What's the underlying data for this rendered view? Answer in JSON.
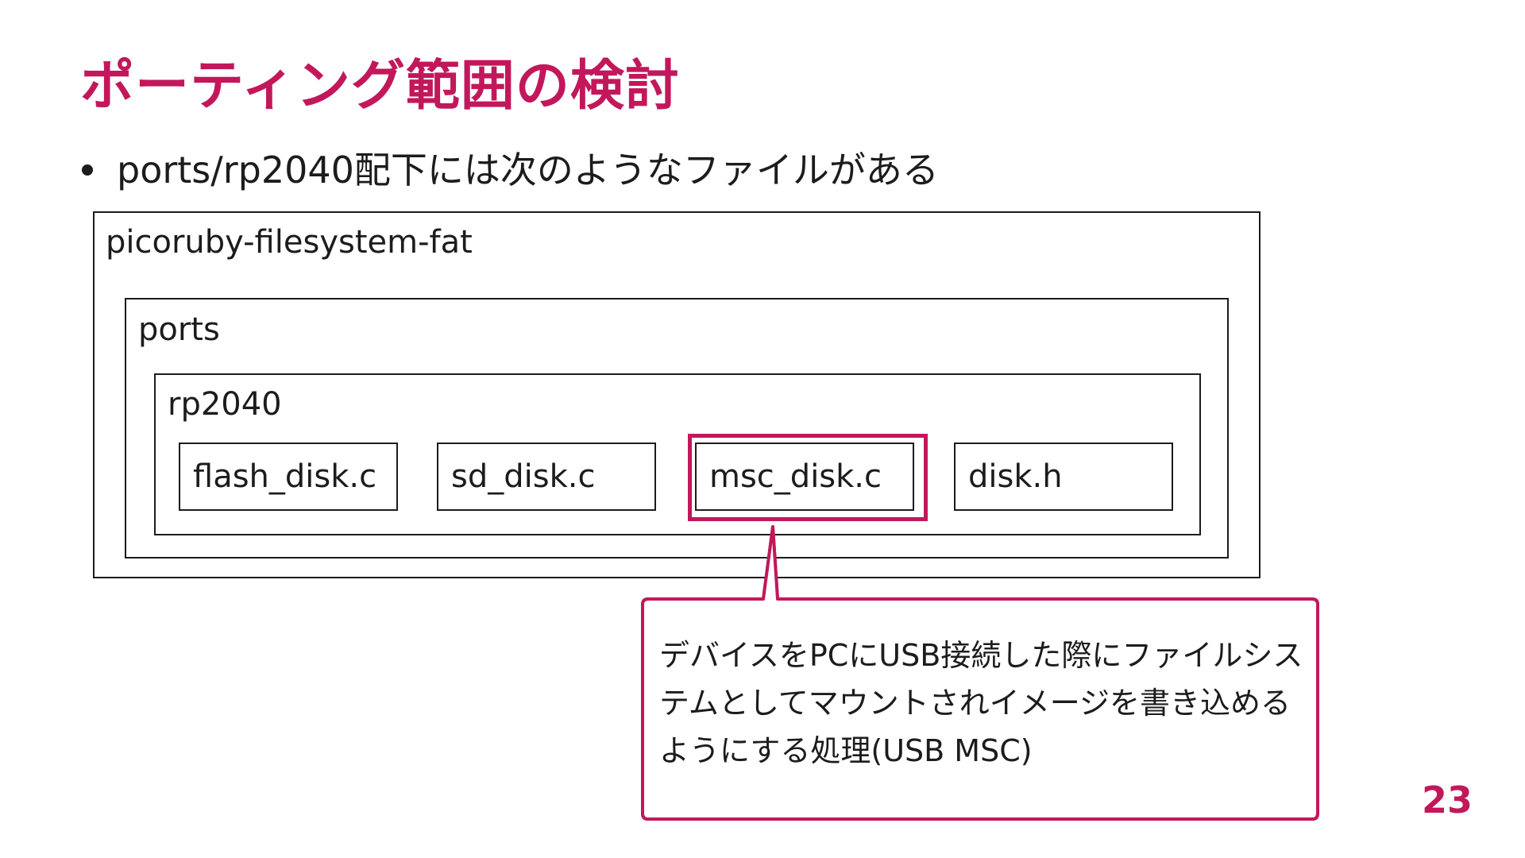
{
  "slide": {
    "title": "ポーティング範囲の検討",
    "bullet": "ports/rp2040配下には次のようなファイルがある",
    "page_number": "23"
  },
  "diagram": {
    "outer_label": "picoruby-filesystem-fat",
    "ports_label": "ports",
    "rp2040_label": "rp2040",
    "files": [
      "flash_disk.c",
      "sd_disk.c",
      "msc_disk.c",
      "disk.h"
    ],
    "callout_text": "デバイスをPCにUSB接続した際にファイルシステムとしてマウントされイメージを書き込めるようにする処理(USB MSC)"
  },
  "colors": {
    "accent": "#c2185b",
    "text": "#1c1c1c",
    "background": "#ffffff"
  }
}
